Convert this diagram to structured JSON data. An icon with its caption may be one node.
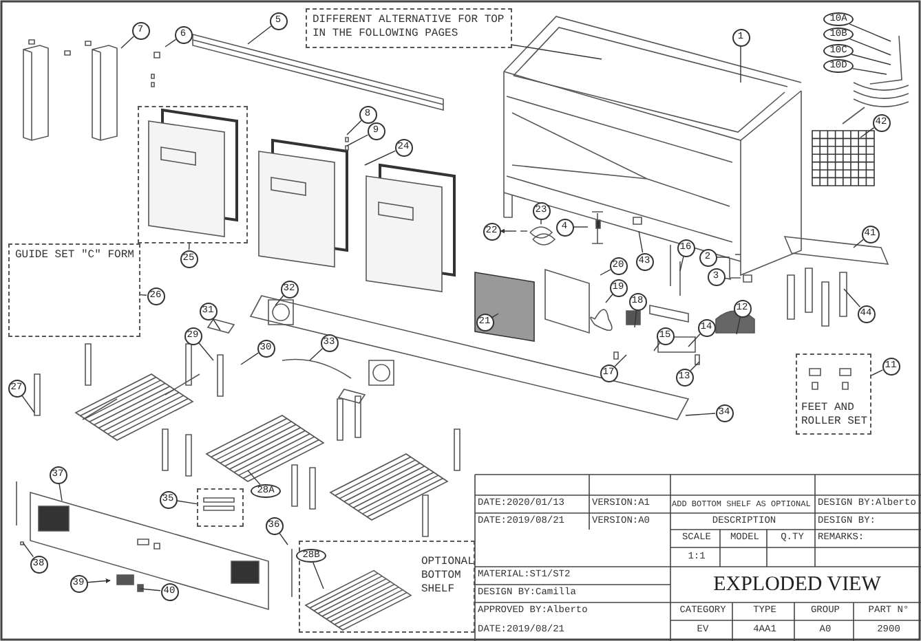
{
  "diagram": {
    "nodes": [
      {
        "text": [
          "DIFFERENT ALTERNATIVE FOR TOP IN THE FOLLOWING PAGES"
        ]
      },
      {
        "text": [
          "7"
        ]
      },
      {
        "text": [
          "6"
        ]
      },
      {
        "text": [
          "5"
        ]
      },
      {
        "text": [
          "1"
        ]
      },
      {
        "text": [
          "10A"
        ]
      },
      {
        "text": [
          "10B"
        ]
      },
      {
        "text": [
          "10C"
        ]
      },
      {
        "text": [
          "10D"
        ]
      },
      {
        "text": [],
        "shape": "box"
      },
      {
        "text": [
          "8"
        ]
      },
      {
        "text": [
          "9"
        ]
      },
      {
        "text": [
          "24"
        ]
      },
      {
        "text": [
          "42"
        ]
      },
      {
        "text": [
          "25"
        ]
      },
      {
        "text": [
          "GUIDE SET \"C\" FORM"
        ]
      },
      {
        "text": [
          "26"
        ]
      },
      {
        "text": [
          "23"
        ]
      },
      {
        "text": [
          "22"
        ]
      },
      {
        "text": [
          "4"
        ]
      },
      {
        "text": [
          "43"
        ]
      },
      {
        "text": [
          "16"
        ]
      },
      {
        "text": [
          "2"
        ]
      },
      {
        "text": [
          "41"
        ]
      },
      {
        "text": [
          "3"
        ]
      },
      {
        "text": [
          "20"
        ]
      },
      {
        "text": [
          "32"
        ]
      },
      {
        "text": [
          "21"
        ]
      },
      {
        "text": [
          "19"
        ]
      },
      {
        "text": [
          "18"
        ]
      },
      {
        "text": [
          "12"
        ]
      },
      {
        "text": [
          "14"
        ]
      },
      {
        "text": [
          "31"
        ]
      },
      {
        "text": [
          "15"
        ]
      },
      {
        "text": [
          "44"
        ]
      },
      {
        "text": [
          "29"
        ]
      },
      {
        "text": [
          "33"
        ]
      },
      {
        "text": [
          "30"
        ]
      },
      {
        "text": [
          "11"
        ]
      },
      {
        "text": [
          "FEET AND ROLLER SET"
        ]
      },
      {
        "text": [
          "17"
        ]
      },
      {
        "text": [
          "13"
        ]
      },
      {
        "text": [
          "27"
        ]
      },
      {
        "text": [
          "34"
        ]
      },
      {
        "text": [
          "37"
        ]
      },
      {
        "text": [
          "28A"
        ]
      },
      {
        "text": [
          "35"
        ]
      },
      {
        "text": [],
        "shape": "box"
      },
      {
        "text": [
          "36"
        ]
      },
      {
        "text": [
          "OPTIONAL BOTTOM SHELF"
        ]
      },
      {
        "text": [
          "28B"
        ],
        "in": 49
      },
      {
        "text": [
          "38"
        ]
      },
      {
        "text": [
          "39"
        ]
      },
      {
        "text": [
          "40"
        ]
      }
    ],
    "edges": [
      {
        "from": 0,
        "to": null,
        "arrow": "none"
      },
      {
        "from": 1,
        "to": null,
        "arrow": "none"
      },
      {
        "from": 2,
        "to": null,
        "arrow": "none"
      },
      {
        "from": 3,
        "to": null,
        "arrow": "none"
      },
      {
        "from": 4,
        "to": null,
        "arrow": "none"
      },
      {
        "from": 5,
        "to": null,
        "arrow": "none"
      },
      {
        "from": 6,
        "to": null,
        "arrow": "none"
      },
      {
        "from": 7,
        "to": null,
        "arrow": "none"
      },
      {
        "from": 8,
        "to": null,
        "arrow": "none"
      },
      {
        "from": 10,
        "to": null,
        "arrow": "none"
      },
      {
        "from": 11,
        "to": null,
        "arrow": "none"
      },
      {
        "from": 12,
        "to": null,
        "arrow": "none"
      },
      {
        "from": 13,
        "to": null,
        "arrow": "none"
      },
      {
        "from": 14,
        "to": 9,
        "arrow": "none"
      },
      {
        "from": 16,
        "to": 15,
        "arrow": "none"
      },
      {
        "from": 17,
        "to": null,
        "arrow": "none"
      },
      {
        "from": null,
        "to": 18,
        "arrow": "to"
      },
      {
        "from": 19,
        "to": null,
        "arrow": "none"
      },
      {
        "from": 20,
        "to": null,
        "arrow": "none"
      },
      {
        "from": 21,
        "to": null,
        "arrow": "none"
      },
      {
        "from": 22,
        "to": null,
        "arrow": "none"
      },
      {
        "from": 23,
        "to": null,
        "arrow": "none"
      },
      {
        "from": 24,
        "to": null,
        "arrow": "none"
      },
      {
        "from": 25,
        "to": null,
        "arrow": "none"
      },
      {
        "from": 26,
        "to": null,
        "arrow": "none"
      },
      {
        "from": 27,
        "to": null,
        "arrow": "none"
      },
      {
        "from": 28,
        "to": null,
        "arrow": "none"
      },
      {
        "from": 29,
        "to": null,
        "arrow": "none"
      },
      {
        "from": 30,
        "to": null,
        "arrow": "none"
      },
      {
        "from": 31,
        "to": null,
        "arrow": "none"
      },
      {
        "from": 32,
        "to": null,
        "arrow": "none"
      },
      {
        "from": 33,
        "to": null,
        "arrow": "none"
      },
      {
        "from": 34,
        "to": null,
        "arrow": "none"
      },
      {
        "from": 35,
        "to": null,
        "arrow": "none"
      },
      {
        "from": 36,
        "to": null,
        "arrow": "none"
      },
      {
        "from": 37,
        "to": null,
        "arrow": "none"
      },
      {
        "from": 38,
        "to": 39,
        "arrow": "none"
      },
      {
        "from": 40,
        "to": null,
        "arrow": "none"
      },
      {
        "from": 41,
        "to": null,
        "arrow": "none"
      },
      {
        "from": 42,
        "to": null,
        "arrow": "none"
      },
      {
        "from": 43,
        "to": null,
        "arrow": "none"
      },
      {
        "from": 44,
        "to": null,
        "arrow": "none"
      },
      {
        "from": 45,
        "to": null,
        "arrow": "none"
      },
      {
        "from": 46,
        "to": 47,
        "arrow": "none"
      },
      {
        "from": 48,
        "to": null,
        "arrow": "none"
      },
      {
        "from": 50,
        "to": null,
        "arrow": "none"
      },
      {
        "from": 51,
        "to": null,
        "arrow": "none"
      },
      {
        "from": 52,
        "to": null,
        "arrow": "to"
      },
      {
        "from": 53,
        "to": null,
        "arrow": "none"
      }
    ],
    "labels": [
      "DATE:2020/01/13",
      "VERSION:A1",
      "ADD BOTTOM SHELF AS OPTIONAL",
      "DESIGN BY:Alberto",
      "DATE:2019/08/21",
      "VERSION:A0",
      "DESCRIPTION",
      "DESIGN BY:",
      "SCALE",
      "MODEL",
      "Q.TY",
      "REMARKS:",
      "1:1",
      "MATERIAL:ST1/ST2",
      "EXPLODED VIEW",
      "DESIGN BY:Camilla",
      "APPROVED BY:Alberto",
      "CATEGORY",
      "TYPE",
      "GROUP",
      "PART N°",
      "DATE:2019/08/21",
      "EV",
      "4AA1",
      "A0",
      "2900"
    ]
  }
}
